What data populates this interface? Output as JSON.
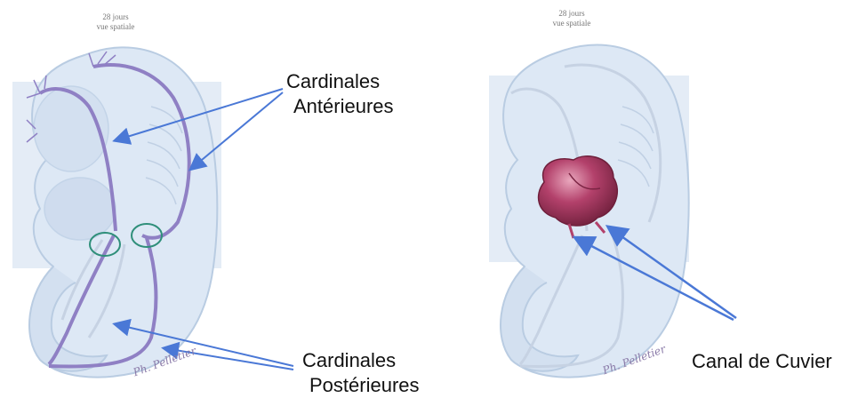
{
  "left_figure": {
    "caption_line1": "28 jours",
    "caption_line2": "vue spatiale",
    "signature": "Ph. Pelletier",
    "label_anterior_line1": "Cardinales",
    "label_anterior_line2": "Antérieures",
    "label_posterior_line1": "Cardinales",
    "label_posterior_line2": "Postérieures"
  },
  "right_figure": {
    "caption_line1": "28 jours",
    "caption_line2": "vue spatiale",
    "signature": "Ph. Pelletier",
    "label_cuvier": "Canal de Cuvier"
  },
  "colors": {
    "embryo_fill": "#dde8f5",
    "embryo_stroke": "#b9cce2",
    "vein": "#8f80c4",
    "ring": "#2f8f7a",
    "arrow": "#4a78d6",
    "heart": "#9b2f55"
  }
}
